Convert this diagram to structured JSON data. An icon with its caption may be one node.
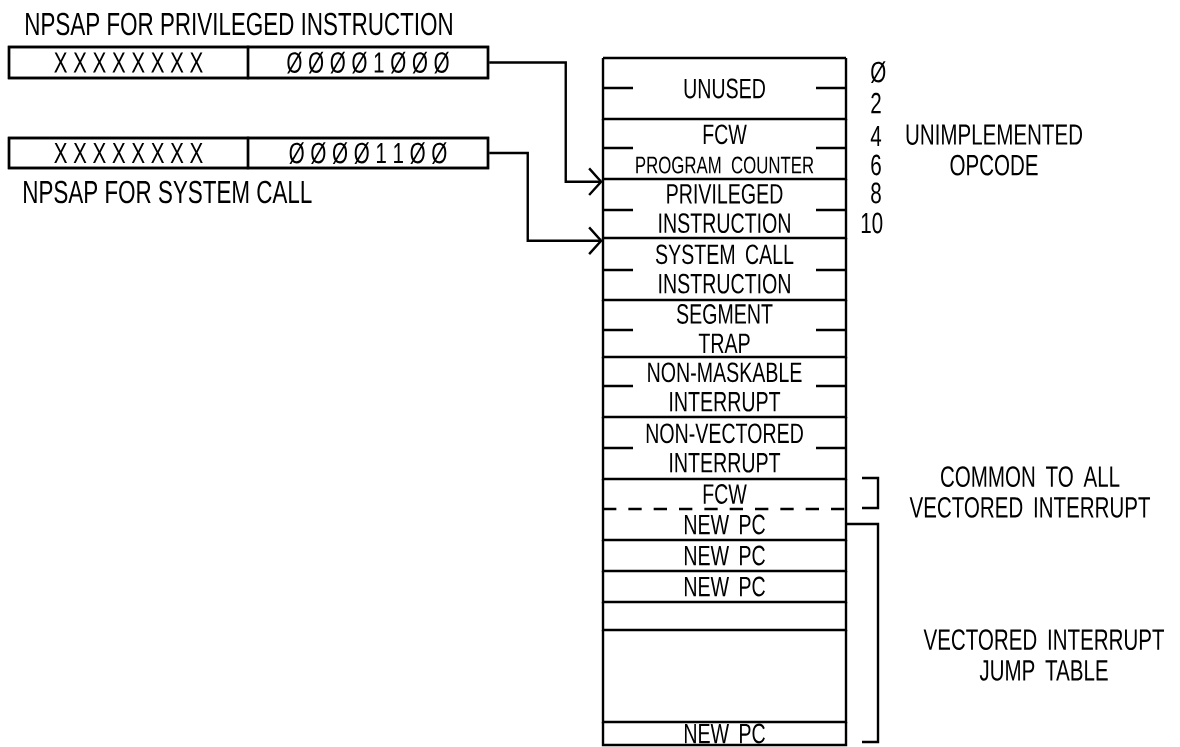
{
  "diagram": {
    "nodes": [
      {
        "text": [
          "NPSAP FOR PRIVILEGED INSTRUCTION"
        ]
      },
      {
        "text": [
          "X X X X X X X X"
        ],
        "in": 0
      },
      {
        "text": [
          "Ø Ø Ø Ø 1 Ø Ø Ø"
        ],
        "in": 0
      },
      {
        "text": [
          "NPSAP FOR SYSTEM CALL"
        ]
      },
      {
        "text": [
          "X X X X X X X X"
        ],
        "in": 3
      },
      {
        "text": [
          "Ø Ø Ø Ø 1 1 Ø Ø"
        ],
        "in": 3
      },
      {
        "text": [
          "UNUSED"
        ]
      },
      {
        "text": [
          "FCW",
          "PROGRAM COUNTER"
        ]
      },
      {
        "text": [
          "PRIVILEGED INSTRUCTION"
        ]
      },
      {
        "text": [
          "SYSTEM CALL INSTRUCTION"
        ]
      },
      {
        "text": [
          "SEGMENT TRAP"
        ]
      },
      {
        "text": [
          "NON-MASKABLE INTERRUPT"
        ]
      },
      {
        "text": [
          "NON-VECTORED INTERRUPT"
        ]
      },
      {
        "text": [
          "FCW"
        ]
      },
      {
        "text": [
          "NEW PC"
        ]
      },
      {
        "text": [
          "NEW PC"
        ]
      },
      {
        "text": [
          "NEW PC"
        ]
      },
      {
        "text": [],
        "shape": "box"
      },
      {
        "text": [],
        "shape": "box"
      },
      {
        "text": [
          "NEW PC"
        ]
      }
    ],
    "edges": [
      {
        "from": 2,
        "to": 8,
        "arrow": "to"
      },
      {
        "from": 5,
        "to": 9,
        "arrow": "to"
      }
    ],
    "labels": [
      "Ø",
      "2",
      "4",
      "UNIMPLEMENTED OPCODE",
      "6",
      "8",
      "10",
      "COMMON TO ALL VECTORED INTERRUPT",
      "VECTORED INTERRUPT JUMP TABLE"
    ]
  }
}
